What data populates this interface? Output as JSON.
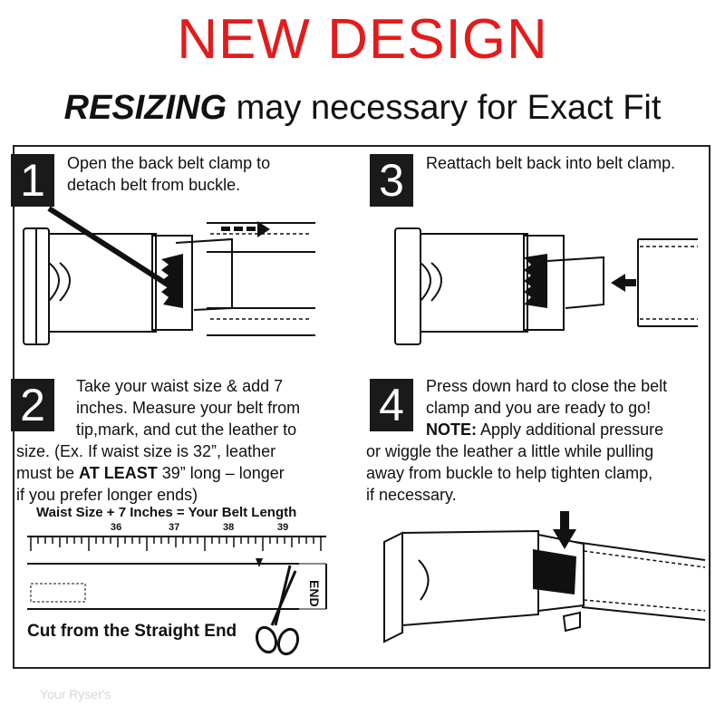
{
  "title": "NEW DESIGN",
  "subtitle": {
    "emphasis": "RESIZING",
    "rest": " may necessary for Exact Fit"
  },
  "steps": [
    {
      "number": "1",
      "lines": [
        "Open the back belt clamp to",
        "detach belt from buckle."
      ]
    },
    {
      "number": "2",
      "lines": [
        "Take your waist size & add 7",
        "inches.  Measure your belt from",
        "tip,mark, and cut the leather to"
      ],
      "wrap_lines": [
        "size. (Ex. If waist size is 32”, leather"
      ],
      "line5_prefix": "must be ",
      "line5_bold": "AT LEAST",
      "line5_suffix": " 39” long – longer",
      "line6": "if you prefer longer ends)"
    },
    {
      "number": "3",
      "lines": [
        "Reattach belt back into belt clamp."
      ]
    },
    {
      "number": "4",
      "lines": [
        "Press down hard to close the belt",
        "clamp and you are ready to go!"
      ],
      "note_label": "NOTE:",
      "note_text": " Apply additional pressure",
      "wrap_lines": [
        "or wiggle the leather a little while pulling",
        "away from buckle to help tighten clamp,",
        "if necessary."
      ]
    }
  ],
  "ruler": {
    "title": "Waist Size + 7 Inches = Your Belt Length",
    "ticks": [
      "36",
      "37",
      "38",
      "39"
    ],
    "end_label": "END"
  },
  "cut_label": "Cut from the Straight End",
  "watermark": "Your Ryser's"
}
